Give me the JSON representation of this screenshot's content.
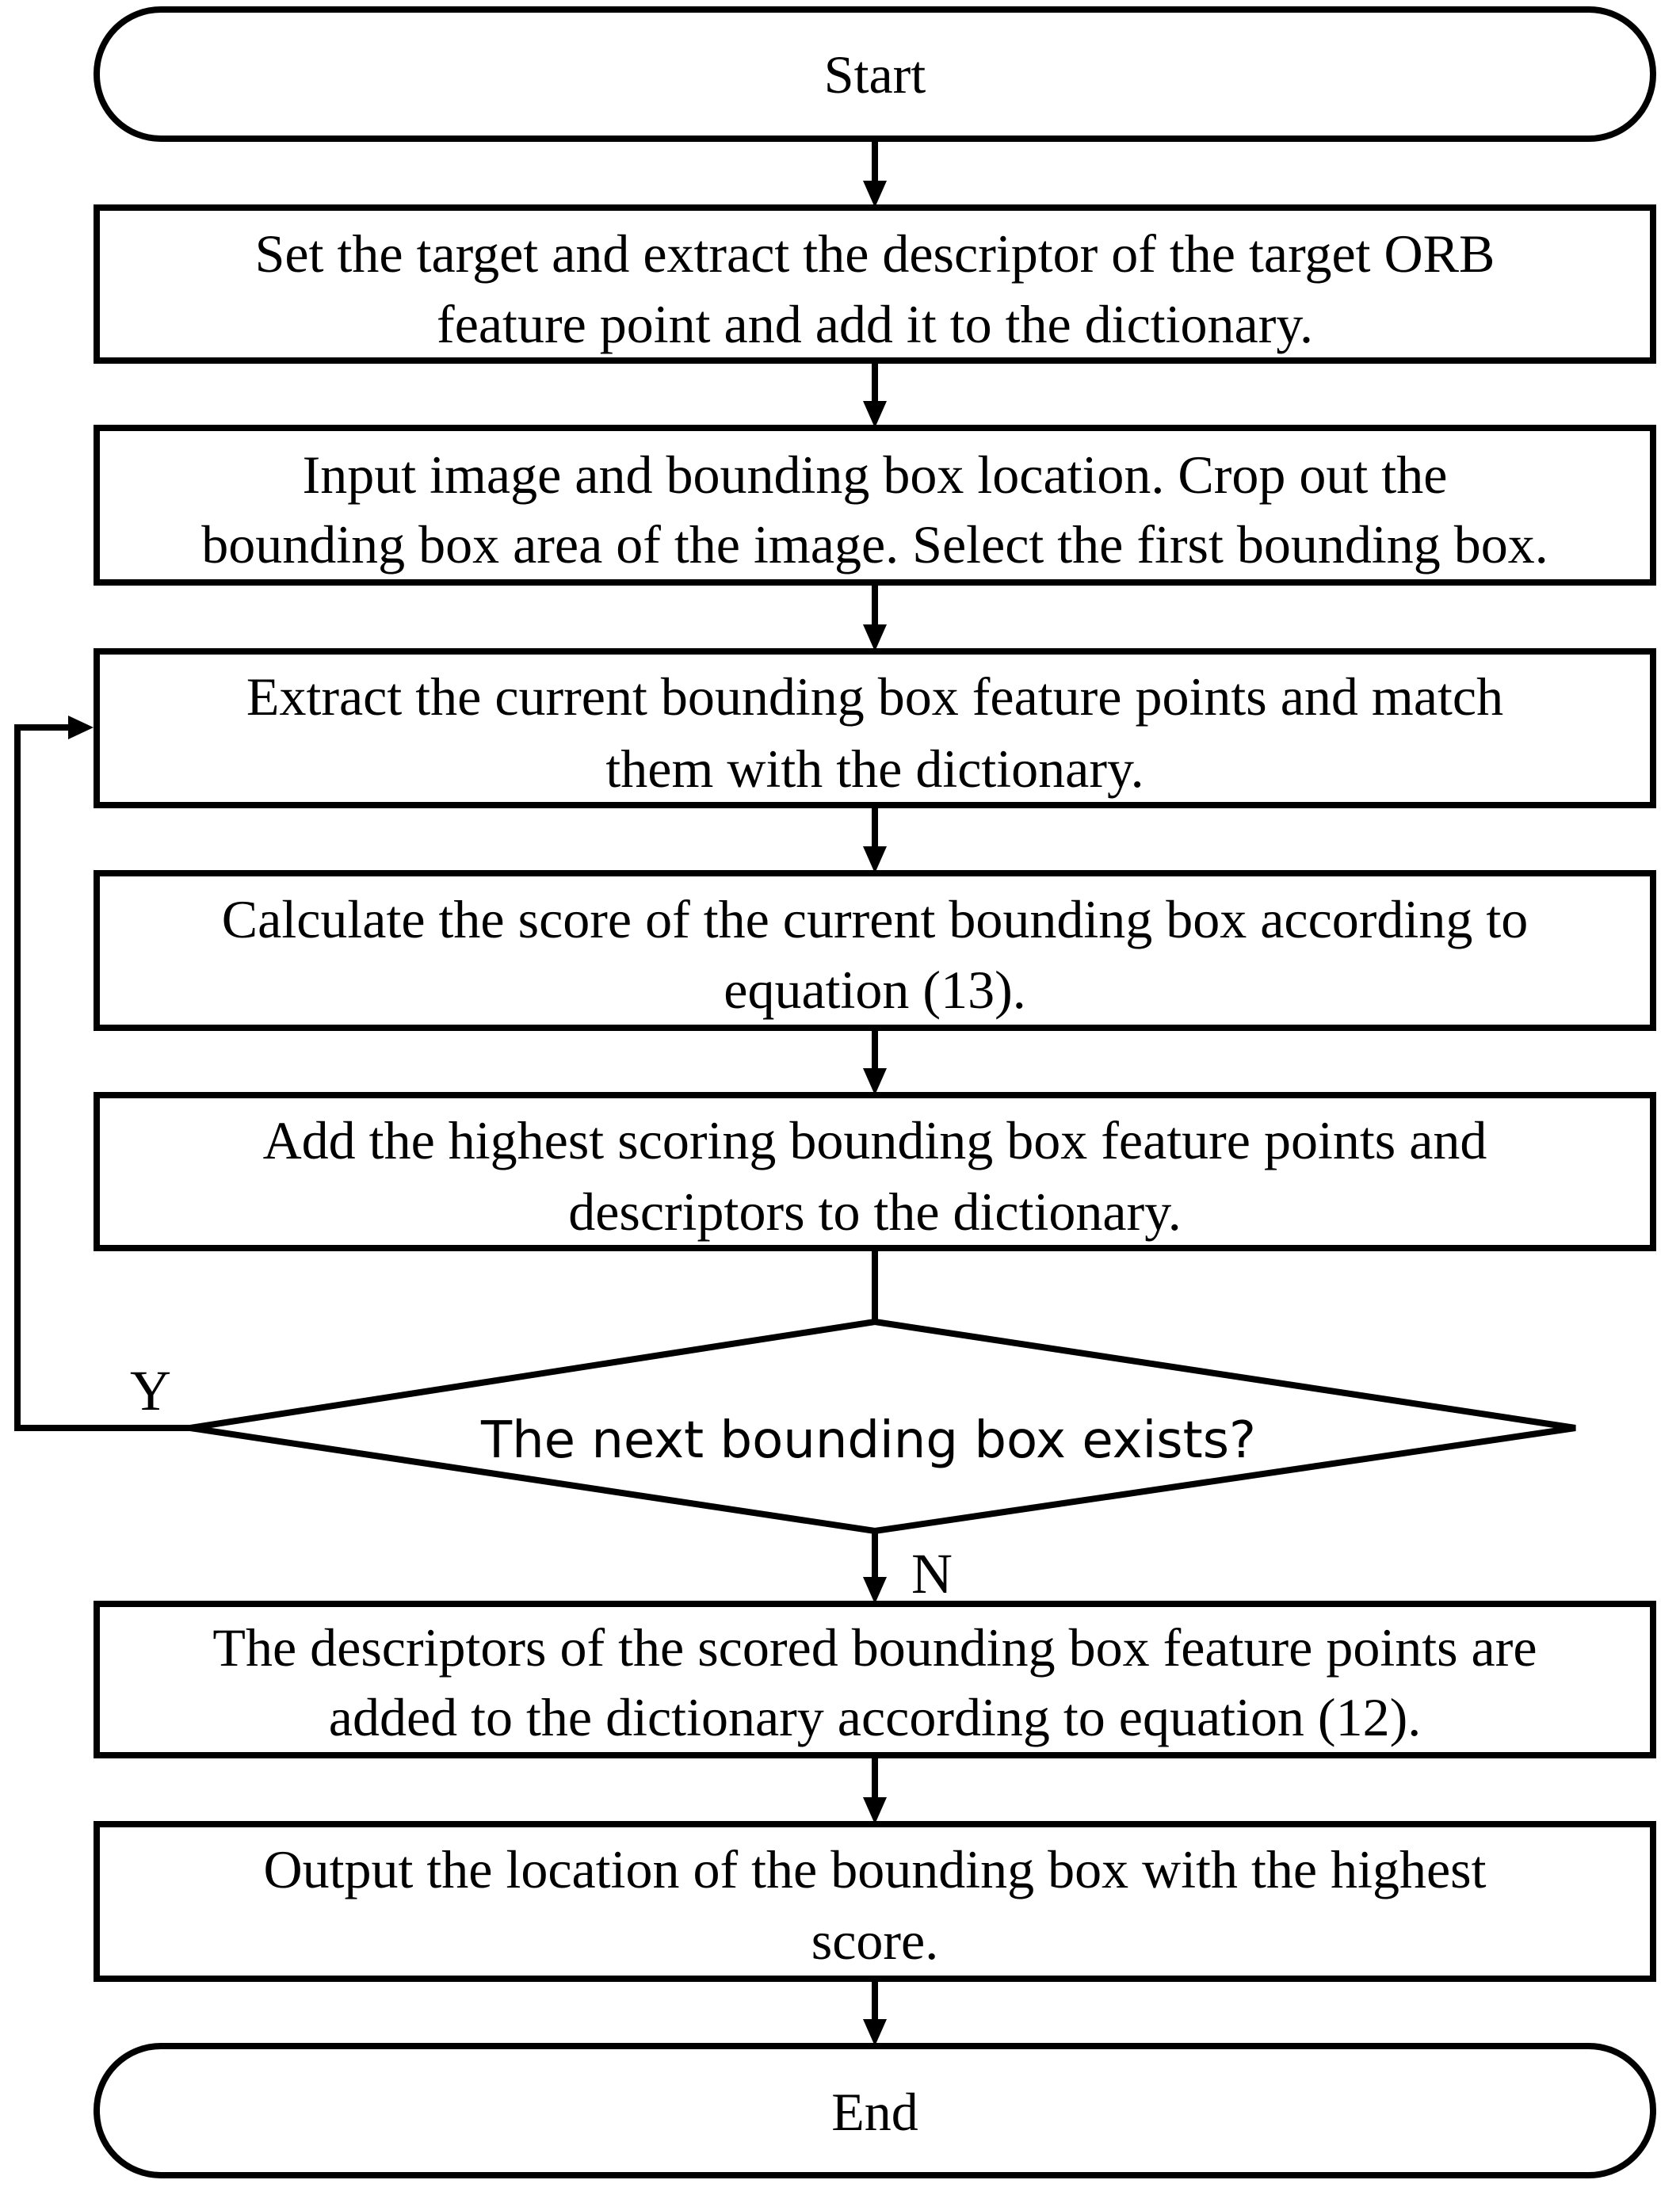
{
  "flowchart": {
    "start": {
      "label": "Start"
    },
    "steps": [
      {
        "lines": [
          "Set the target and extract the descriptor of the target ORB",
          "feature point and add it to the dictionary."
        ]
      },
      {
        "lines": [
          "Input image and bounding box location. Crop out the",
          "bounding box area of the image. Select the first bounding box."
        ]
      },
      {
        "lines": [
          "Extract the current bounding box feature points and match",
          "them with the dictionary."
        ]
      },
      {
        "lines": [
          "Calculate the score of the current bounding box according to",
          "equation (13)."
        ]
      },
      {
        "lines": [
          "Add the highest scoring bounding box feature points and",
          "descriptors to the dictionary."
        ]
      }
    ],
    "decision": {
      "label": "The next bounding box exists?",
      "yes_label": "Y",
      "no_label": "N"
    },
    "after_steps": [
      {
        "lines": [
          "The descriptors of the scored bounding box feature points are",
          "added to the dictionary according to equation (12)."
        ]
      },
      {
        "lines": [
          "Output the location of the bounding box with the highest",
          "score."
        ]
      }
    ],
    "end": {
      "label": "End"
    }
  }
}
